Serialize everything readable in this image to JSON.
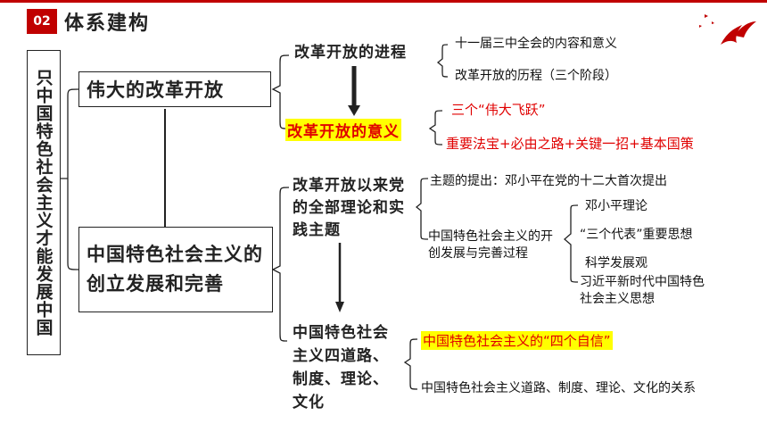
{
  "colors": {
    "accent": "#c00000",
    "highlight": "#ffff00",
    "emphasis": "#e00000"
  },
  "header": {
    "badge": "02",
    "title": "体系建构"
  },
  "root": {
    "label": "只中国特色社会主义才能发展中国"
  },
  "branches": {
    "reform": {
      "label": "伟大的改革开放"
    },
    "socialism": {
      "label": "中国特色社会主义的创立发展和完善"
    }
  },
  "nodes": {
    "progress": "改革开放的进程",
    "significance": "改革开放的意义",
    "theme": "改革开放以来党的全部理论和实践主题",
    "four": "中国特色社会主义四道路、制度、理论、文化"
  },
  "leaves": {
    "plenum": "十一届三中全会的内容和意义",
    "stages": "改革开放的历程（三个阶段）",
    "three_leaps": "三个“伟大飞跃”",
    "magic_weapon": "重要法宝+必由之路+关键一招+基本国策",
    "theme_proposal": "主题的提出：邓小平在党的十二大首次提出",
    "pioneering": "中国特色社会主义的开创发展与完善过程",
    "deng_theory": "邓小平理论",
    "three_represents": "“三个代表”重要思想",
    "scientific": "科学发展观",
    "xi_thought": "习近平新时代中国特色社会主义思想",
    "four_confidences": "中国特色社会主义的“四个自信”",
    "relations": "中国特色社会主义道路、制度、理论、文化的关系"
  }
}
